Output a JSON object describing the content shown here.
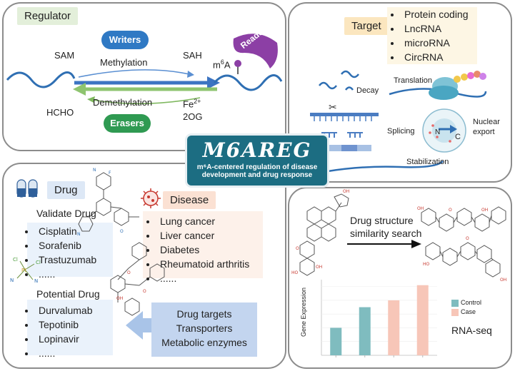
{
  "regulator": {
    "label": "Regulator",
    "writers": "Writers",
    "erasers": "Erasers",
    "readers": "Readers",
    "sam": "SAM",
    "sah": "SAH",
    "m6a_base": "m",
    "m6a_sup": "6",
    "m6a_tail": "A",
    "methylation": "Methylation",
    "demethylation": "Demethylation",
    "hcho": "HCHO",
    "fe": "Fe",
    "fe_sup": "2+",
    "og": "2OG"
  },
  "target": {
    "label": "Target",
    "types": [
      "Protein coding",
      "LncRNA",
      "microRNA",
      "CircRNA"
    ],
    "decay": "Decay",
    "translation": "Translation",
    "splicing": "Splicing",
    "nuclear_export": "Nuclear\nexport",
    "stabilization": "Stabilization",
    "nucleus_n": "N",
    "nucleus_c": "C"
  },
  "center": {
    "title": "M6AREG",
    "subtitle_line1": "m⁶A-centered regulation of disease",
    "subtitle_line2": "development and drug response"
  },
  "drug": {
    "label": "Drug",
    "validate_title": "Validate Drug",
    "validate_items": [
      "Cisplatin",
      "Sorafenib",
      "Trastuzumab",
      "......"
    ],
    "potential_title": "Potential Drug",
    "potential_items": [
      "Durvalumab",
      "Tepotinib",
      "Lopinavir",
      "......"
    ],
    "targets_box": [
      "Drug targets",
      "Transporters",
      "Metabolic enzymes"
    ]
  },
  "disease": {
    "label": "Disease",
    "items": [
      "Lung cancer",
      "Liver cancer",
      "Diabetes",
      "Rheumatoid arthritis",
      "......"
    ]
  },
  "similarity": {
    "line1": "Drug structure",
    "line2": "similarity search",
    "rna_seq": "RNA-seq"
  },
  "colors": {
    "writers": "#2f79c4",
    "erasers": "#2f9a52",
    "readers": "#8c3fa5",
    "teal": "#1c6d82",
    "control": "#7fbcbf",
    "case": "#f7c6b8"
  },
  "chart_data": {
    "type": "bar",
    "categories": [
      "",
      "",
      "",
      ""
    ],
    "series": [
      {
        "name": "Control",
        "values": [
          20,
          35,
          0,
          0
        ]
      },
      {
        "name": "Case",
        "values": [
          0,
          0,
          40,
          51
        ]
      }
    ],
    "values": [
      20,
      35,
      40,
      51
    ],
    "ylabel": "Gene Expression",
    "ylim": [
      0,
      55
    ],
    "legend": [
      "Control",
      "Case"
    ],
    "legend_position": "top-right"
  }
}
